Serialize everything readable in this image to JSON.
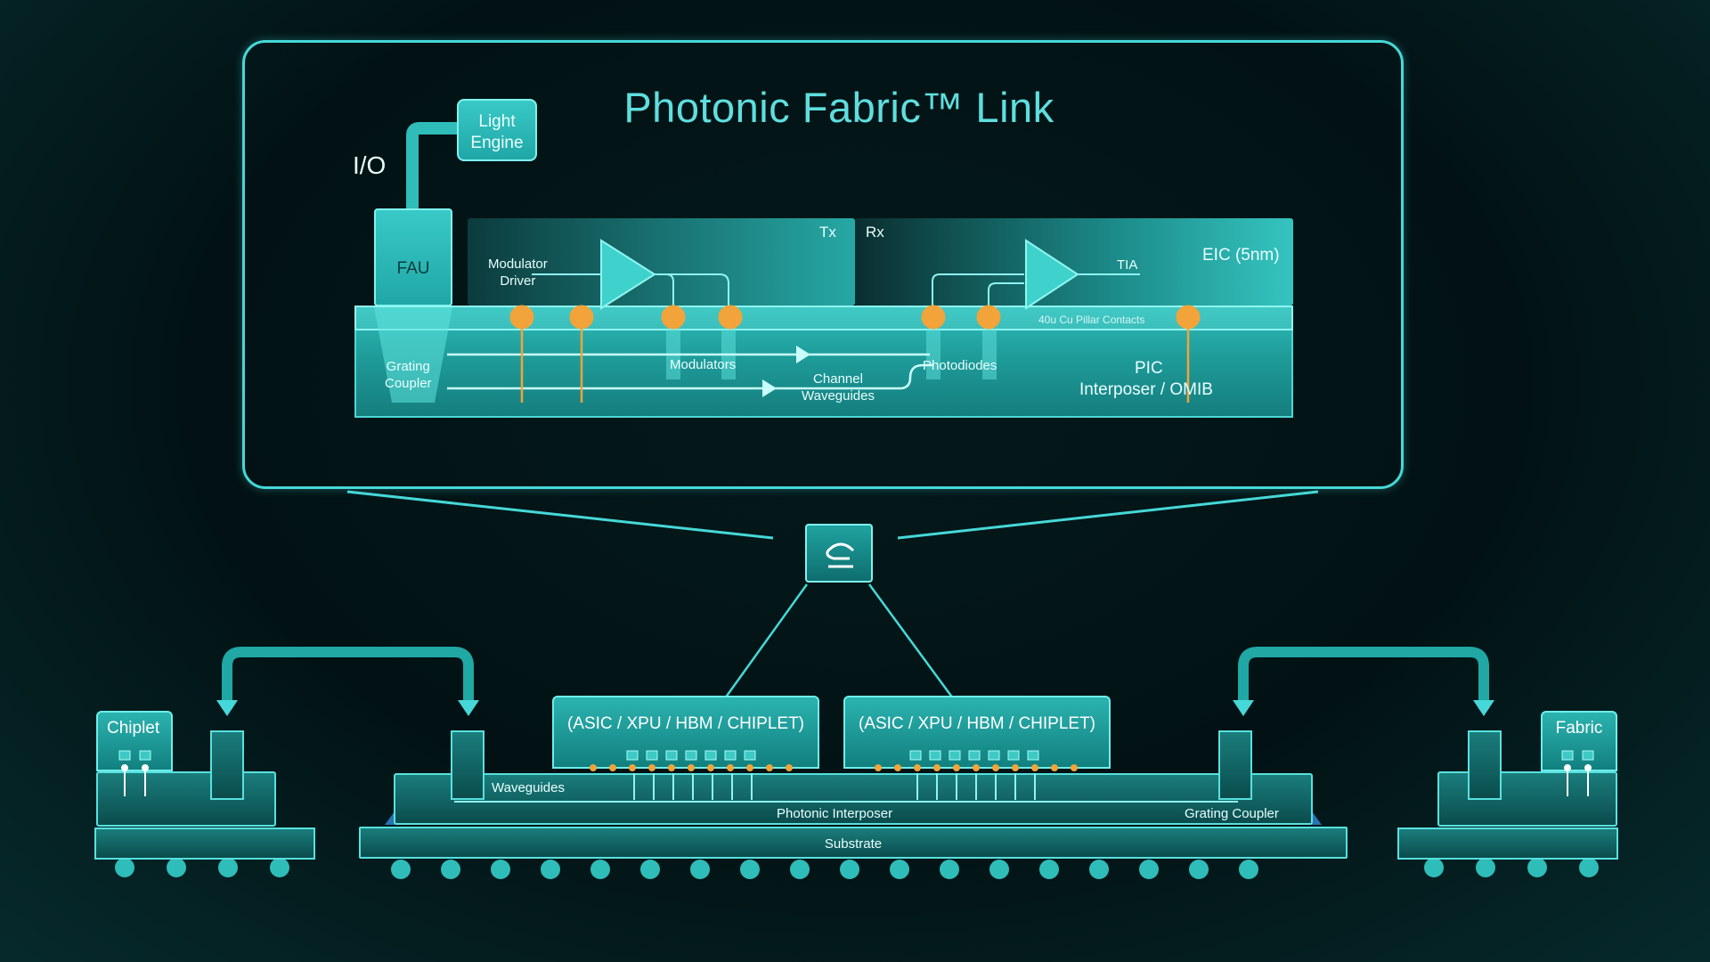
{
  "title": "Photonic Fabric™ Link",
  "colors": {
    "accent": "#46d8d8",
    "orange": "#f2a33a",
    "background": "#031719"
  },
  "link_detail": {
    "io_label": "I/O",
    "light_engine": "Light\nEngine",
    "fau": "FAU",
    "tx": "Tx",
    "rx": "Rx",
    "eic": "EIC (5nm)",
    "modulator_driver": "Modulator\nDriver",
    "tia": "TIA",
    "pillar_contacts": "40u Cu Pillar Contacts",
    "grating_coupler": "Grating\nCoupler",
    "modulators": "Modulators",
    "channel_waveguides": "Channel\nWaveguides",
    "photodiodes": "Photodiodes",
    "pic": "PIC",
    "interposer_omib": "Interposer / OMIB"
  },
  "center_icon": "celestial-logo-icon",
  "package": {
    "left_label": "Chiplet",
    "right_label": "Fabric",
    "chip1": "(ASIC / XPU / HBM / CHIPLET)",
    "chip2": "(ASIC / XPU / HBM / CHIPLET)",
    "waveguides": "Waveguides",
    "photonic_interposer": "Photonic Interposer",
    "grating_coupler": "Grating Coupler",
    "substrate": "Substrate"
  }
}
